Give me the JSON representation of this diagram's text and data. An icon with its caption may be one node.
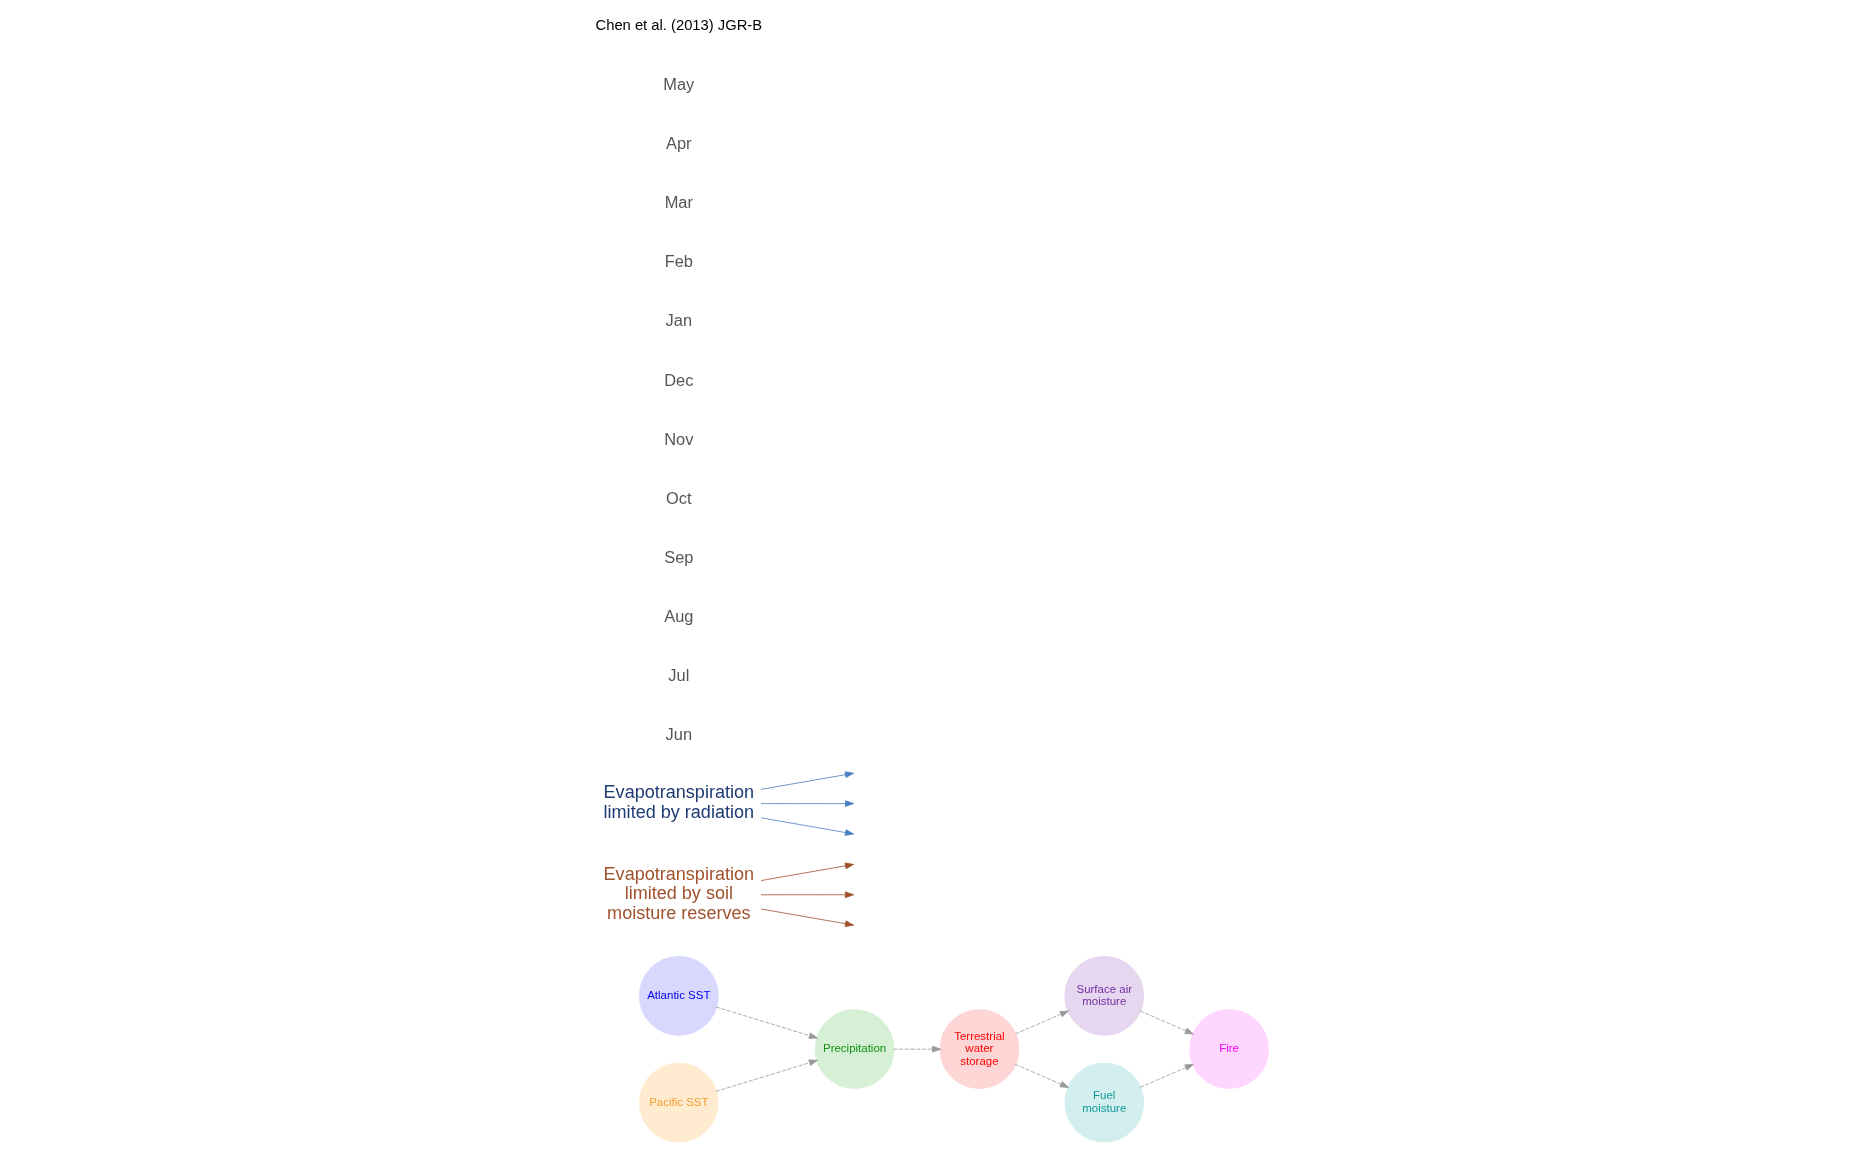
{
  "diagram": {
    "nodes": [
      {
        "text": [
          "Terrestrial water storage"
        ]
      },
      {
        "text": [
          "Surface air moisture"
        ]
      },
      {
        "text": [
          "Fuel moisture"
        ]
      },
      {
        "text": [
          "Fire"
        ]
      },
      {
        "text": [
          "Precipitation"
        ]
      },
      {
        "text": [
          "Atlantic SST"
        ]
      },
      {
        "text": [
          "Pacific SST"
        ]
      },
      {
        "text": [
          "Evapotranspiration limited by soil moisture reserves"
        ]
      },
      {
        "text": [
          "Evapotranspiration limited by radiation"
        ]
      }
    ],
    "edges": [
      {
        "from": 6,
        "to": 4,
        "arrow": "to",
        "style": "dashed"
      },
      {
        "from": 5,
        "to": 4,
        "arrow": "to",
        "style": "dashed"
      },
      {
        "from": 4,
        "to": 0,
        "arrow": "to",
        "style": "dashed"
      },
      {
        "from": 0,
        "to": 1,
        "arrow": "to",
        "style": "dashed"
      },
      {
        "from": 0,
        "to": 2,
        "arrow": "to",
        "style": "dashed"
      },
      {
        "from": 1,
        "to": 3,
        "arrow": "to",
        "style": "dashed"
      },
      {
        "from": 2,
        "to": 3,
        "arrow": "to",
        "style": "dashed"
      },
      {
        "from": 7,
        "to": null,
        "arrow": "to",
        "color": "#a0522d"
      },
      {
        "from": 7,
        "to": null,
        "arrow": "to",
        "color": "#a0522d"
      },
      {
        "from": 7,
        "to": null,
        "arrow": "to",
        "color": "#a0522d"
      },
      {
        "from": 8,
        "to": null,
        "arrow": "to",
        "color": "#4a7fc1"
      },
      {
        "from": 8,
        "to": null,
        "arrow": "to",
        "color": "#4a7fc1"
      },
      {
        "from": 8,
        "to": null,
        "arrow": "to",
        "color": "#4a7fc1"
      }
    ],
    "labels": [
      "Jun",
      "Jul",
      "Aug",
      "Sep",
      "Oct",
      "Nov",
      "Dec",
      "Jan",
      "Feb",
      "Mar",
      "Apr",
      "May",
      "Chen et al. (2013) JGR-B"
    ]
  }
}
